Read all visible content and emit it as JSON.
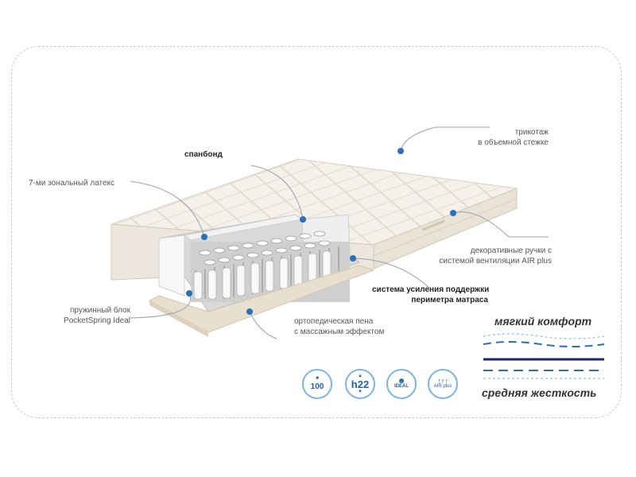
{
  "labels": {
    "knit": "трикотаж\nв объемной стежке",
    "spunbond": "спанбонд",
    "latex": "7-ми зональный латекс",
    "handles": "декоративные ручки с\nсистемой вентиляции AIR plus",
    "perimeter": "система усиления поддержки\nпериметра матраса",
    "spring_block": "пружинный блок\nPocketSpring Ideal",
    "ortho_foam": "ортопедическая пена\nс массажным эффектом"
  },
  "legend": {
    "top": "мягкий комфорт",
    "bottom": "средняя жесткость"
  },
  "badges": {
    "warranty": "100",
    "height": "h22",
    "ideal": "IDEAL",
    "air": "AIR plus"
  },
  "colors": {
    "accent_blue": "#2a6fb8",
    "dark_navy": "#1f2a66",
    "light_blue": "#7fb3e0"
  }
}
